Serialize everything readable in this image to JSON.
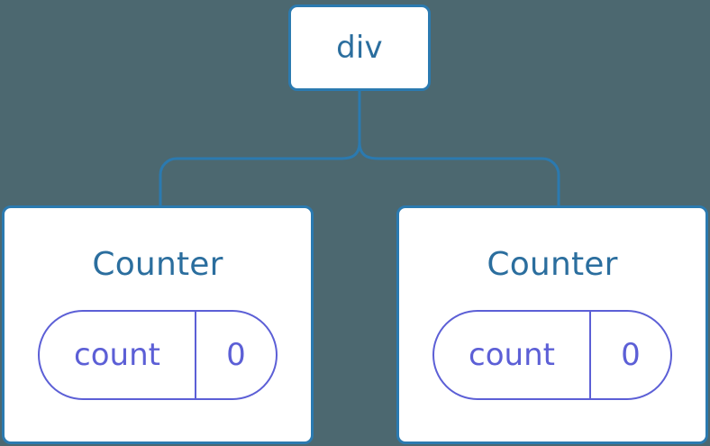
{
  "diagram": {
    "title": "div",
    "background_color": "#4c6870",
    "node_border_color": "#2b7ab0",
    "node_fill_color": "#ffffff",
    "node_text_color": "#2b6e9e",
    "state_color": "#5c5fd6",
    "connector_color": "#2b7ab0",
    "root": {
      "label": "div"
    },
    "children": [
      {
        "title": "Counter",
        "state": {
          "key": "count",
          "value": "0"
        }
      },
      {
        "title": "Counter",
        "state": {
          "key": "count",
          "value": "0"
        }
      }
    ]
  }
}
